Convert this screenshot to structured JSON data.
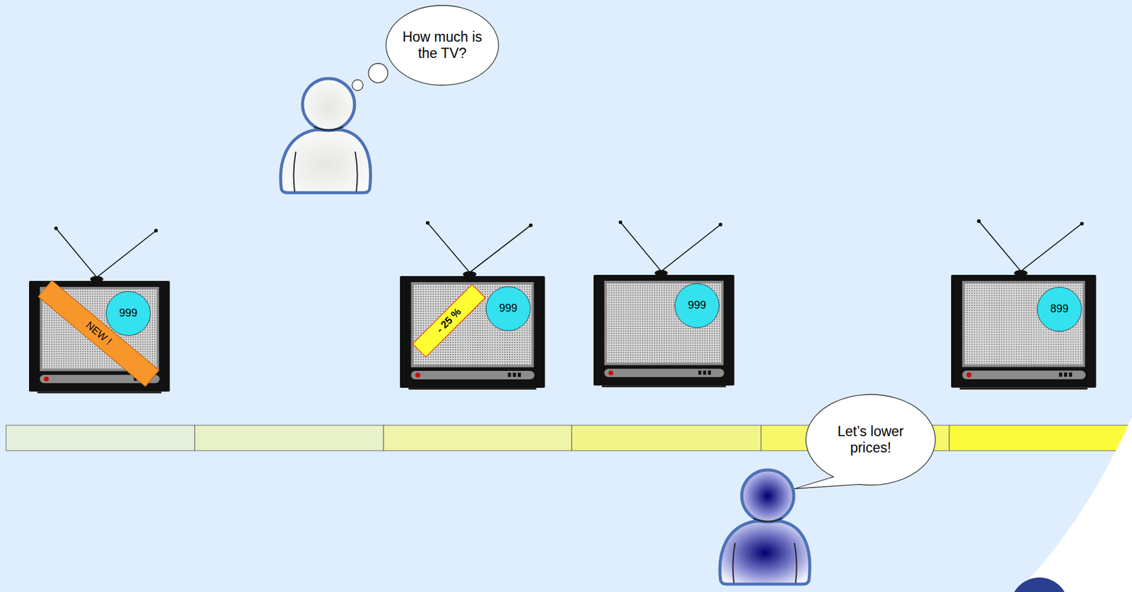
{
  "diagram": {
    "nodes": [
      {
        "text": [
          "How much is the TV?"
        ]
      },
      {
        "text": [
          "NEW !"
        ]
      },
      {
        "text": [
          "999"
        ]
      },
      {
        "text": [
          "- 25 %"
        ]
      },
      {
        "text": [
          "999"
        ]
      },
      {
        "text": [
          "999"
        ]
      },
      {
        "text": [
          "899"
        ]
      },
      {
        "text": [
          "Let’s lower prices!"
        ]
      }
    ]
  }
}
